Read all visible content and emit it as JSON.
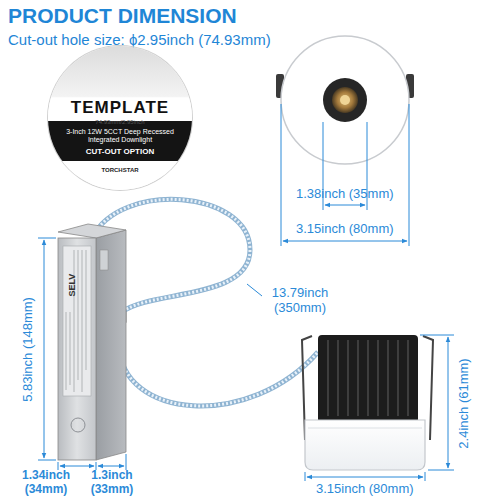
{
  "diagram": {
    "title": "PRODUCT DIMENSION",
    "nodes": [
      {
        "text": [
          "TEMPLATE",
          "74.93mm/2.95inch",
          "3-Inch 12W 5CCT Deep Recessed Integrated Downlight",
          "CUT-OUT OPTION",
          "TORCHSTAR"
        ]
      }
    ],
    "labels": [
      "Cut-out hole size: ϕ2.95inch (74.93mm)",
      "1.38inch (35mm)",
      "3.15inch (80mm)",
      "SELV",
      "13.79inch (350mm)",
      "5.83inch (148mm)",
      "2.4inch (61mm)",
      "1.34inch (34mm)",
      "1.3inch (33mm)",
      "3.15inch (80mm)"
    ]
  }
}
